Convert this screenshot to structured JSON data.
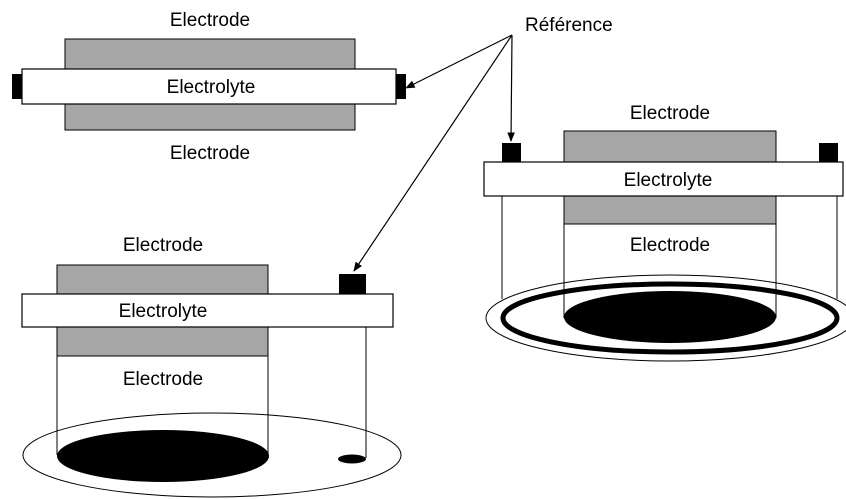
{
  "labels": {
    "reference": "Référence",
    "electrode": "Electrode",
    "electrolyte": "Electrolyte"
  },
  "colors": {
    "electrode_fill": "#a6a6a6",
    "electrolyte_fill": "#ffffff",
    "reference_fill": "#000000",
    "outline": "#000000",
    "contact_spot": "#000000"
  }
}
